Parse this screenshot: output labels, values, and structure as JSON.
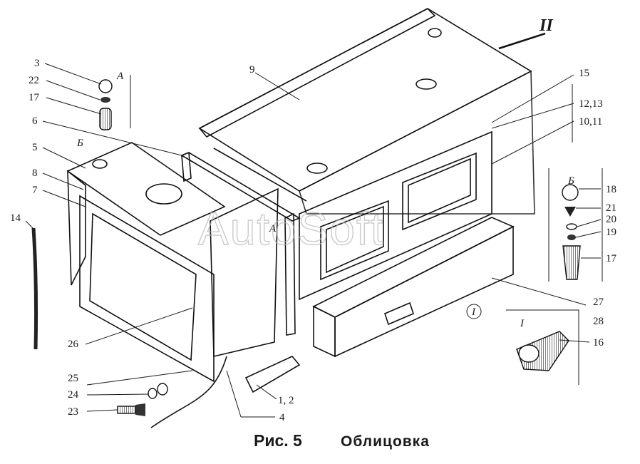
{
  "watermark": "AutoSoft",
  "caption": {
    "figure": "Рис. 5",
    "title": "Облицовка"
  },
  "views": {
    "A": "А",
    "B": "Б",
    "I": "I",
    "II": "II"
  },
  "callouts": {
    "n1_2": "1, 2",
    "n3": "3",
    "n4": "4",
    "n5": "5",
    "n6": "6",
    "n7": "7",
    "n8": "8",
    "n9": "9",
    "n10_11": "10,11",
    "n12_13": "12,13",
    "n14": "14",
    "n15": "15",
    "n16": "16",
    "n17a": "17",
    "n17b": "17",
    "n18": "18",
    "n19": "19",
    "n20": "20",
    "n21": "21",
    "n22": "22",
    "n23": "23",
    "n24": "24",
    "n25": "25",
    "n26": "26",
    "n27": "27",
    "n28": "28"
  }
}
